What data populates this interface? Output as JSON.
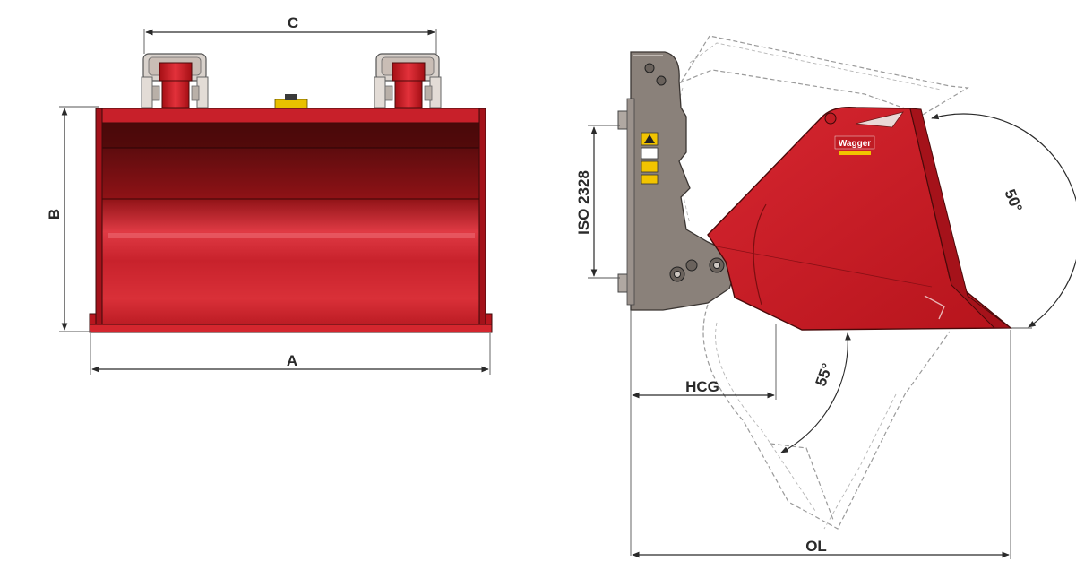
{
  "front_view": {
    "dim_width_label": "A",
    "dim_height_label": "B",
    "dim_pin_spacing_label": "C"
  },
  "side_view": {
    "dim_hcg_label": "HCG",
    "dim_overall_length_label": "OL",
    "dim_interface_label": "ISO 2328",
    "angle_up_label": "50°",
    "angle_down_label": "55°",
    "brand_label": "Wagger"
  },
  "colors": {
    "bucket_red": "#d0202a",
    "bucket_dark": "#7a0e10",
    "plate_grey": "#8a817a",
    "warning_yellow": "#f2c400"
  }
}
